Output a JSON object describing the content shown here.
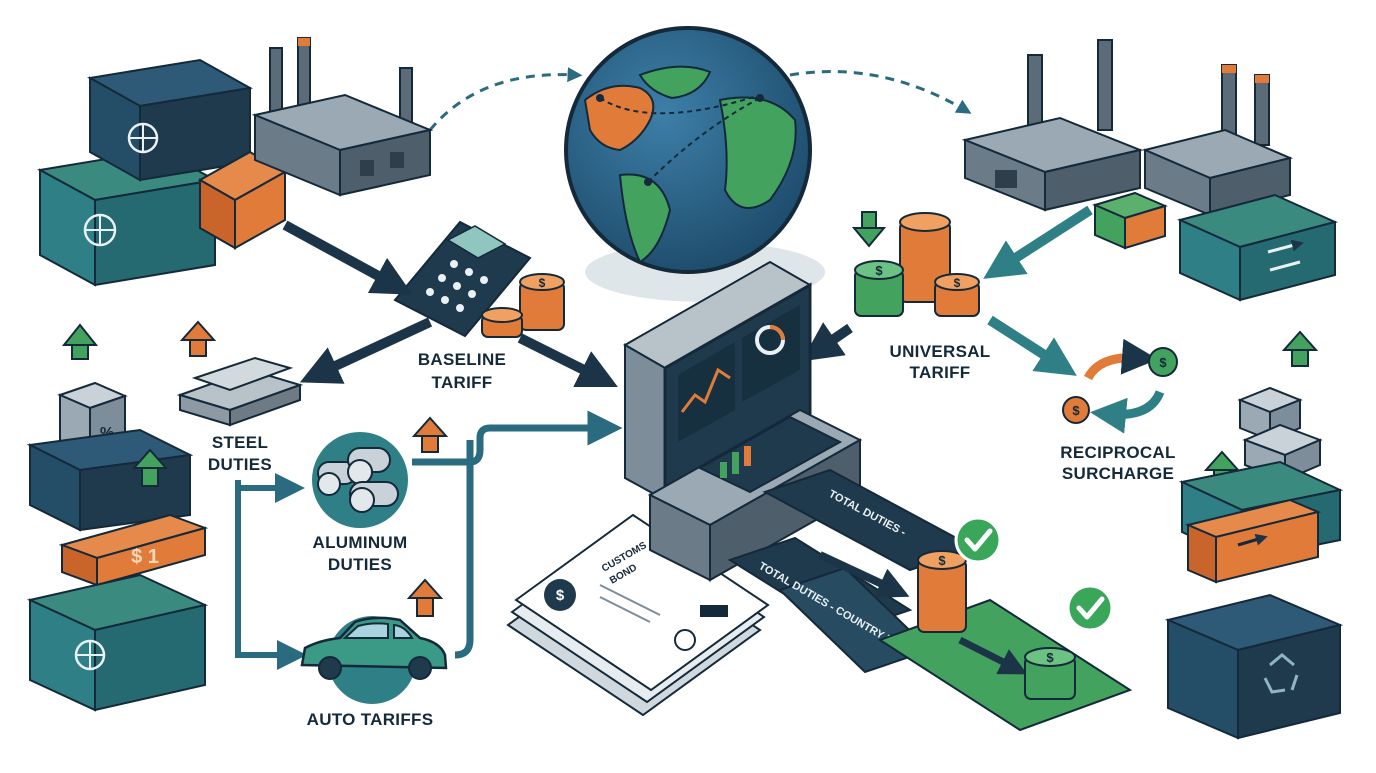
{
  "labels": {
    "baseline_1": "BASELINE",
    "baseline_2": "TARIFF",
    "universal_1": "UNIVERSAL",
    "universal_2": "TARIFF",
    "reciprocal_1": "RECIPROCAL",
    "reciprocal_2": "SURCHARGE",
    "steel_1": "STEEL",
    "steel_2": "DUTIES",
    "aluminum_1": "ALUMINUM",
    "aluminum_2": "DUTIES",
    "auto": "AUTO TARIFFS"
  },
  "document": {
    "title_1": "CUSTOMS",
    "title_2": "BOND"
  },
  "output": {
    "strip_1": "TOTAL DUTIES -",
    "strip_2": "TOTAL DUTIES - COUNTRY B"
  },
  "badges": {
    "left_crate": "$ 1",
    "percent_box": "%"
  },
  "colors": {
    "navy": "#1f3a4d",
    "teal": "#2f7f86",
    "green": "#43a25e",
    "orange": "#e07b3a",
    "gray": "#7d8e9a",
    "arrow": "#1c3447",
    "check": "#3aa65a"
  },
  "icons": [
    "globe-icon",
    "factory-icon",
    "container-icon",
    "calculator-icon",
    "coin-stack-icon",
    "dollar-arrow-icon",
    "steel-ingot-icon",
    "aluminum-roll-icon",
    "car-icon",
    "checkmark-icon",
    "recycle-icon",
    "exchange-arrows-icon",
    "dashboard-terminal-icon",
    "document-icon"
  ]
}
